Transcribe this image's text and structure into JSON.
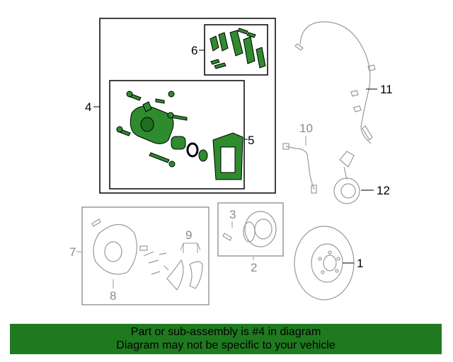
{
  "callouts": {
    "c1": "1",
    "c2": "2",
    "c3": "3",
    "c4": "4",
    "c5": "5",
    "c6": "6",
    "c7": "7",
    "c8": "8",
    "c9": "9",
    "c10": "10",
    "c11": "11",
    "c12": "12"
  },
  "banner": {
    "line1": "Part or sub-assembly is #4 in diagram",
    "line2": "Diagram may not be specific to your vehicle"
  },
  "colors": {
    "highlight": "#1f7a1f",
    "part_fill": "#2e8b2e",
    "gray_part": "#9a9a9a"
  }
}
